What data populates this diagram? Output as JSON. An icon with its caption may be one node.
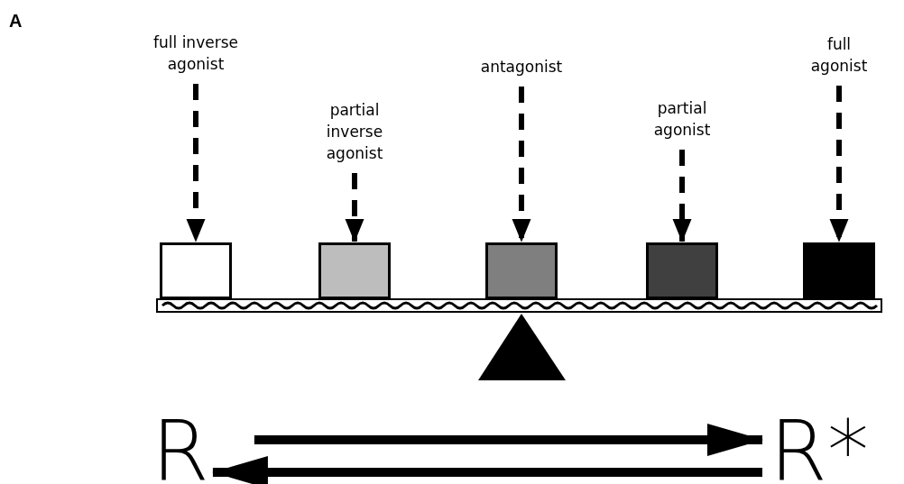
{
  "diagram": {
    "nodes": [
      {
        "text": [
          "full inverse agonist"
        ]
      },
      {
        "text": [
          "partial inverse agonist"
        ]
      },
      {
        "text": [
          "antagonist"
        ]
      },
      {
        "text": [
          "partial agonist"
        ]
      },
      {
        "text": [
          "full agonist"
        ]
      },
      {
        "text": [],
        "shape": "box"
      },
      {
        "text": [],
        "shape": "box"
      },
      {
        "text": [],
        "shape": "box"
      },
      {
        "text": [],
        "shape": "box"
      },
      {
        "text": [],
        "shape": "box"
      },
      {
        "text": [
          "R"
        ]
      },
      {
        "text": [
          "R*"
        ]
      }
    ],
    "edges": [
      {
        "from": 0,
        "to": 5,
        "arrow": "to",
        "style": "dashed"
      },
      {
        "from": 1,
        "to": 6,
        "arrow": "to",
        "style": "dashed"
      },
      {
        "from": 2,
        "to": 7,
        "arrow": "to",
        "style": "dashed"
      },
      {
        "from": 3,
        "to": 8,
        "arrow": "to",
        "style": "dashed"
      },
      {
        "from": 4,
        "to": 9,
        "arrow": "to",
        "style": "dashed"
      },
      {
        "from": 10,
        "to": 11,
        "arrow": "to"
      },
      {
        "from": 11,
        "to": 10,
        "arrow": "to"
      }
    ],
    "labels": [
      "A"
    ]
  }
}
